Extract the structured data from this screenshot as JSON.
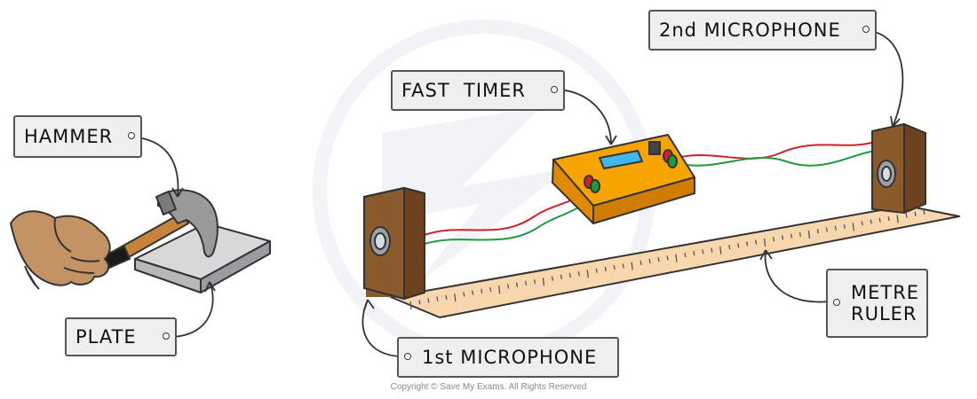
{
  "labels": {
    "hammer": "HAMMER",
    "plate": "PLATE",
    "fast_timer": "FAST  TIMER",
    "second_microphone": "2nd MICROPHONE",
    "first_microphone": "1st MICROPHONE",
    "metre_ruler": [
      "METRE",
      "RULER"
    ]
  },
  "footer": {
    "copyright": "Copyright © Save My Exams. All Rights Reserved"
  },
  "colors": {
    "tag_fill": "#efefef",
    "outline": "#333333",
    "skin": "#c49363",
    "hammer_head": "#9a9a9a",
    "handle_wood": "#c8823a",
    "grip": "#1a1a1a",
    "plate": "#d8d8da",
    "microphone_body": "#8b5a2b",
    "timer_body": "#f7a400",
    "timer_screen": "#3fb7e8",
    "ruler": "#f9d7ae",
    "wire_red": "#d4202a",
    "wire_green": "#1f9a3c"
  },
  "icons": [
    "hand-icon",
    "hammer-icon",
    "plate-icon",
    "microphone-icon",
    "fast-timer-icon",
    "metre-ruler-icon"
  ]
}
